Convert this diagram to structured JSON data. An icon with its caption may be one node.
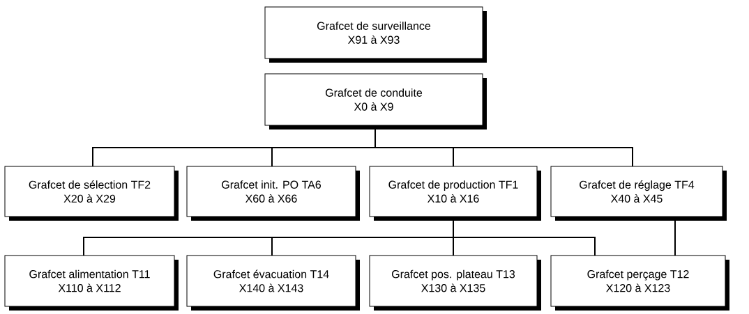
{
  "diagram": {
    "nodes": [
      {
        "text": [
          "Grafcet de surveillance",
          "X91 à X93"
        ]
      },
      {
        "text": [
          "Grafcet de conduite",
          "X0 à X9"
        ]
      },
      {
        "text": [
          "Grafcet de sélection TF2",
          "X20 à X29"
        ]
      },
      {
        "text": [
          "Grafcet  init. PO TA6",
          "X60 à X66"
        ]
      },
      {
        "text": [
          "Grafcet de production TF1",
          "X10 à X16"
        ]
      },
      {
        "text": [
          "Grafcet de réglage TF4",
          "X40 à X45"
        ]
      },
      {
        "text": [
          "Grafcet alimentation T11",
          "X110 à X112"
        ]
      },
      {
        "text": [
          "Grafcet évacuation T14",
          "X140 à X143"
        ]
      },
      {
        "text": [
          "Grafcet pos. plateau T13",
          "X130 à X135"
        ]
      },
      {
        "text": [
          "Grafcet perçage T12",
          "X120 à X123"
        ]
      }
    ],
    "edges": [
      {
        "from": 1,
        "to": 2,
        "arrow": "none"
      },
      {
        "from": 1,
        "to": 3,
        "arrow": "none"
      },
      {
        "from": 1,
        "to": 4,
        "arrow": "none"
      },
      {
        "from": 1,
        "to": 5,
        "arrow": "none"
      },
      {
        "from": 4,
        "to": 6,
        "arrow": "none"
      },
      {
        "from": 4,
        "to": 7,
        "arrow": "none"
      },
      {
        "from": 4,
        "to": 8,
        "arrow": "none"
      },
      {
        "from": 4,
        "to": 9,
        "arrow": "none"
      },
      {
        "from": 5,
        "to": 9,
        "arrow": "none"
      }
    ]
  }
}
